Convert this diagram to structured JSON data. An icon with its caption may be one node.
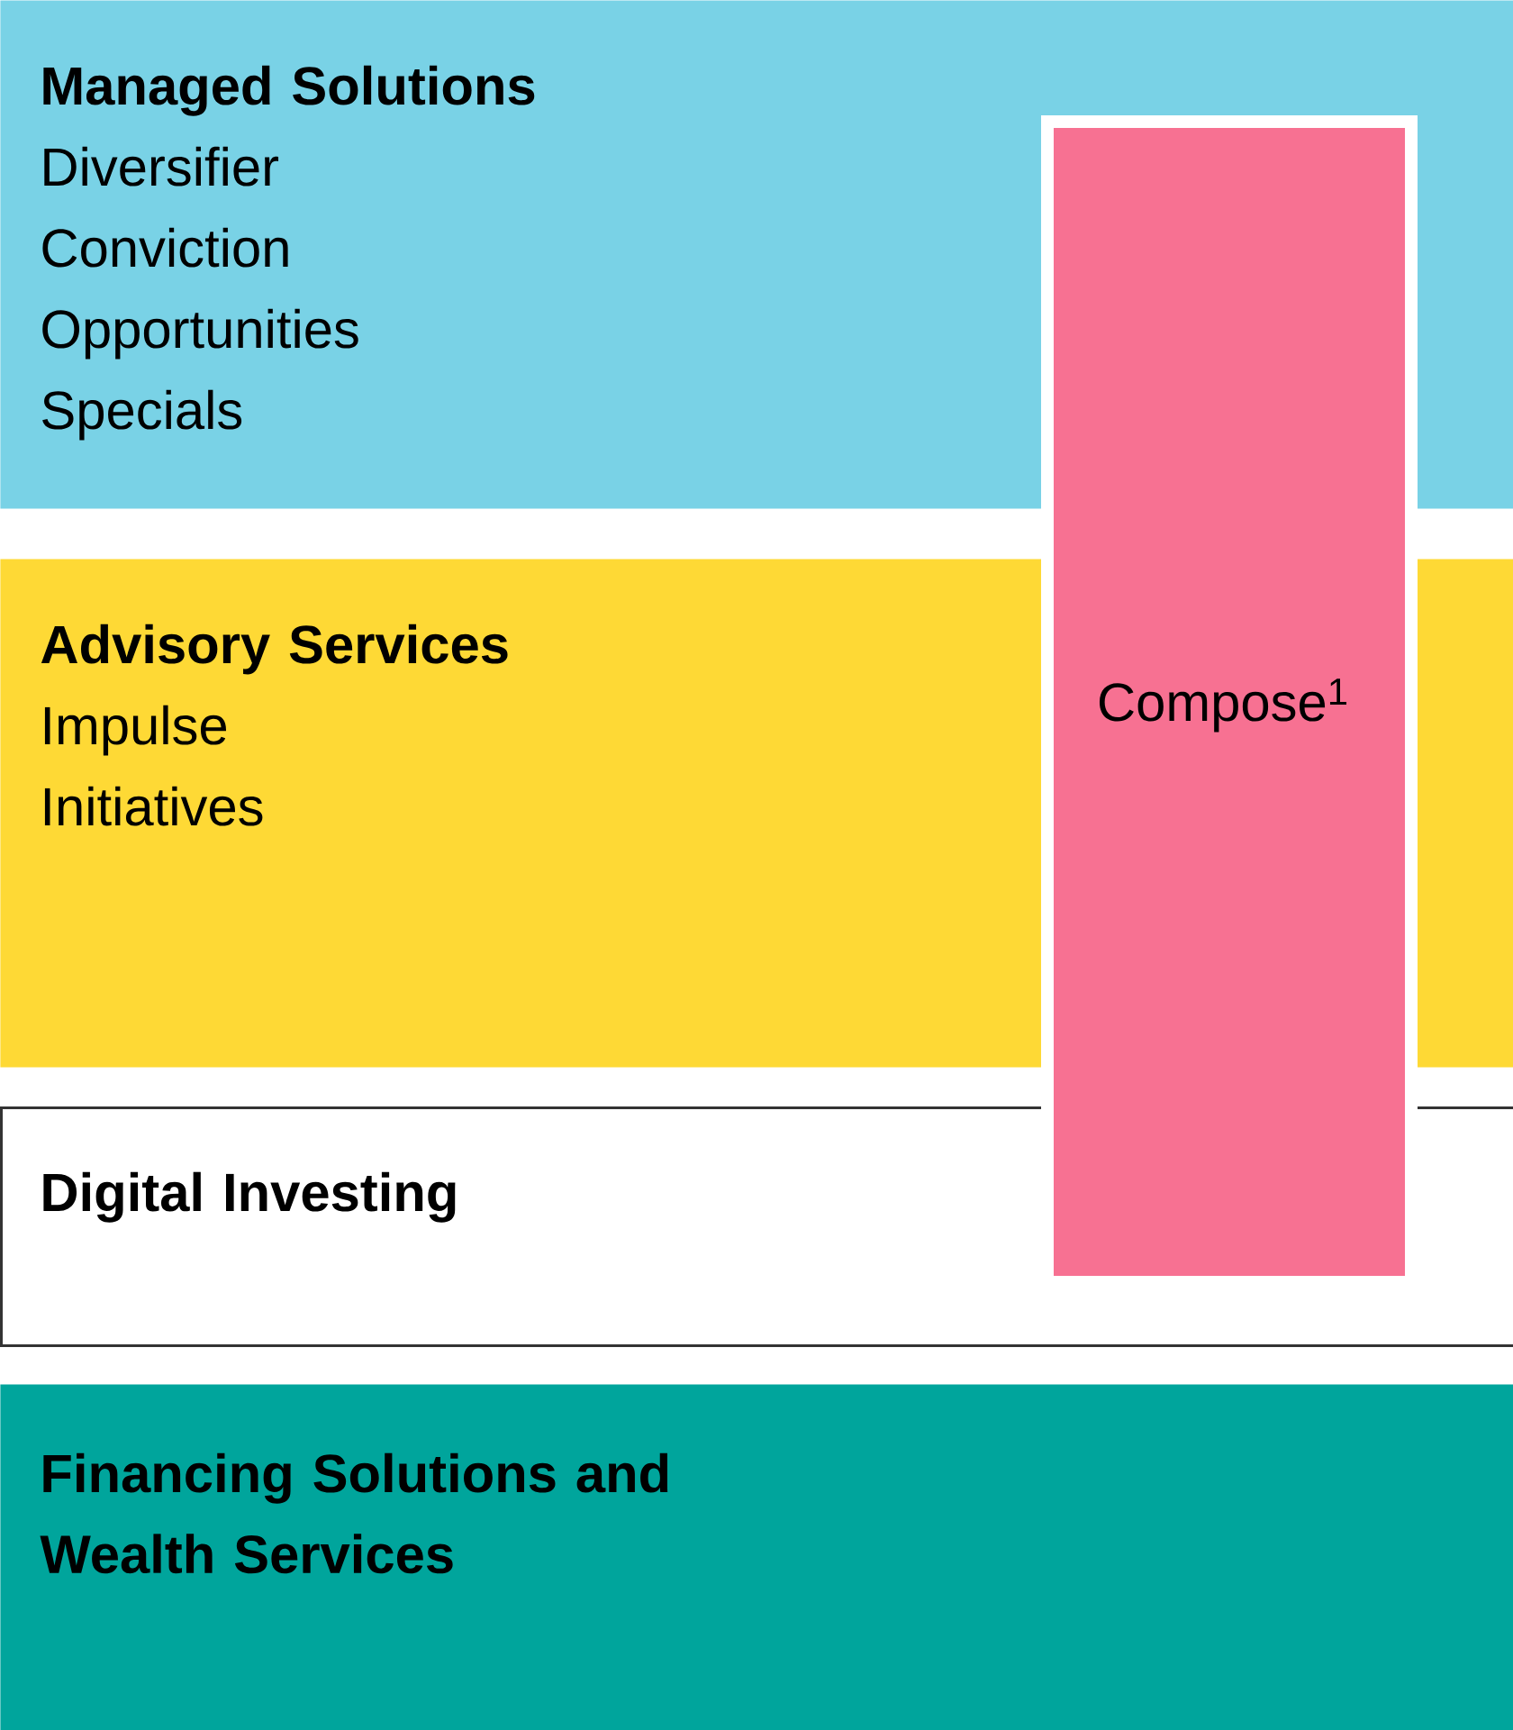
{
  "diagram": {
    "nodes": [
      {
        "text": [
          "Managed Solutions",
          "Diversifier",
          "Conviction",
          "Opportunities",
          "Specials"
        ]
      },
      {
        "text": [
          "Advisory Services",
          "Impulse",
          "Initiatives"
        ]
      },
      {
        "text": [
          "Digital Investing"
        ]
      },
      {
        "text": [
          "Financing Solutions and Wealth Services"
        ]
      },
      {
        "text": [
          "Compose$^{1}$"
        ]
      }
    ]
  }
}
